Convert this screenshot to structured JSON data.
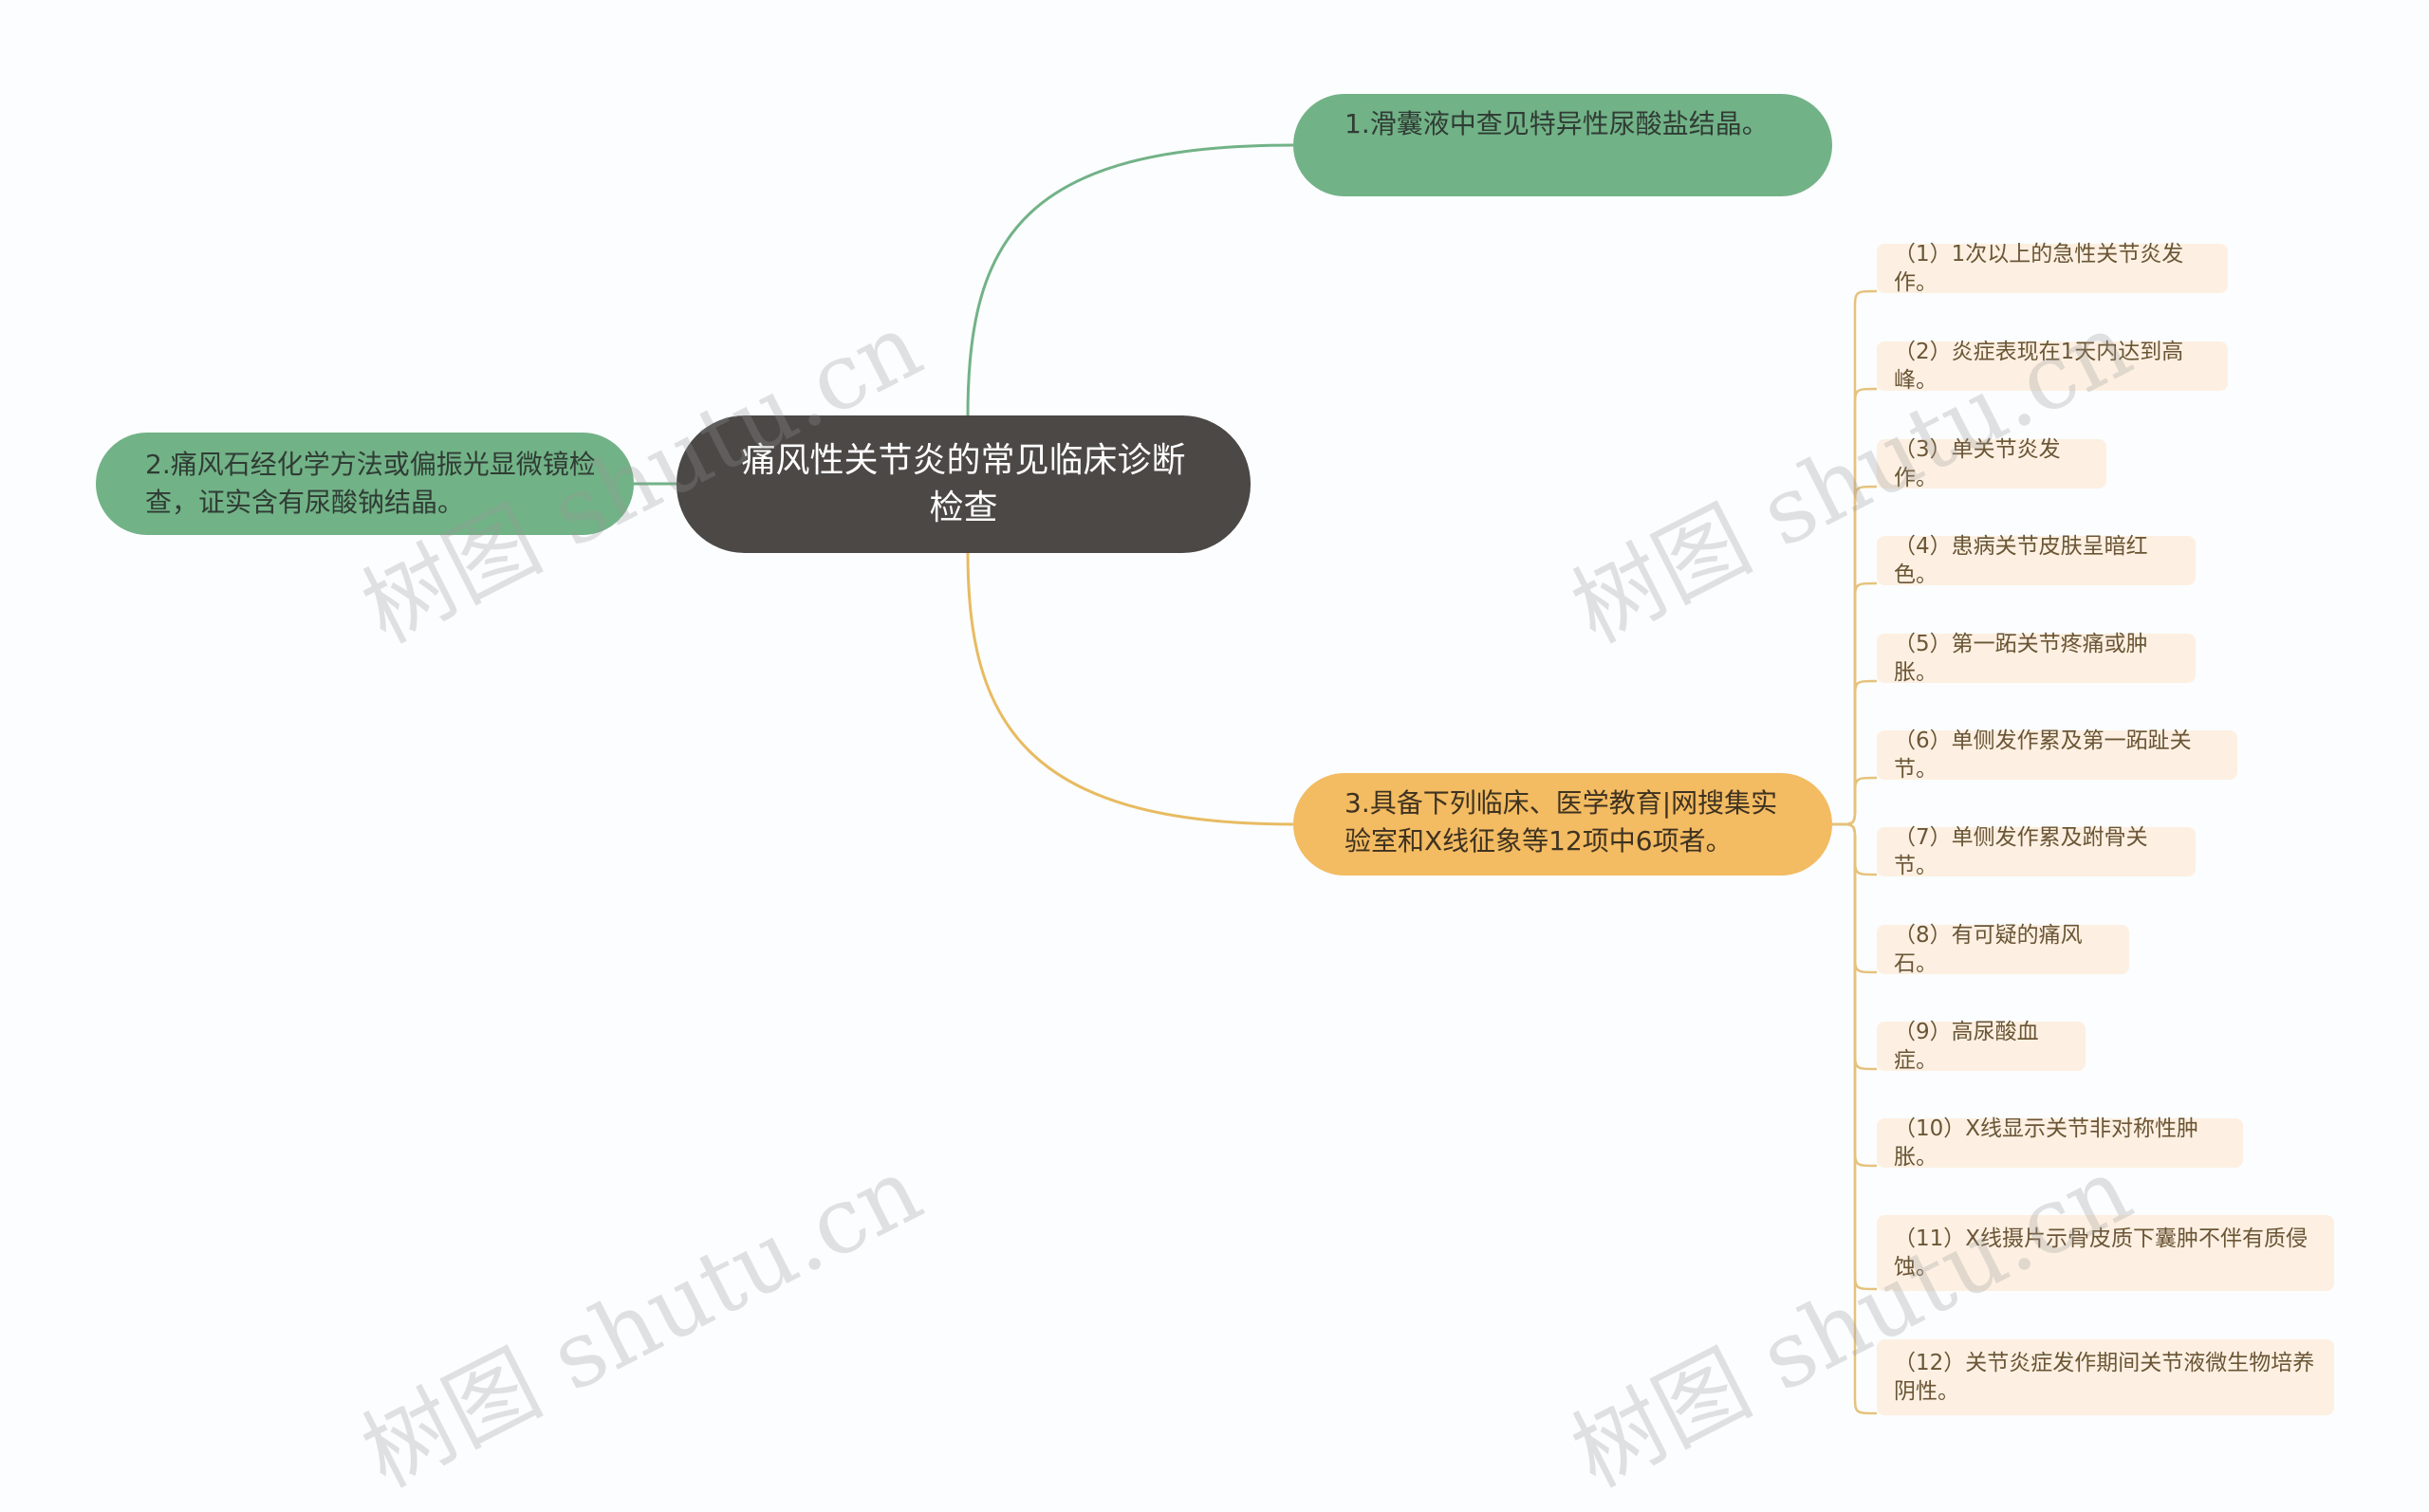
{
  "center": {
    "title": "痛风性关节炎的常见临床诊断检查"
  },
  "branches": [
    {
      "label": "1.滑囊液中查见特异性尿酸盐结晶。"
    },
    {
      "label": "2.痛风石经化学方法或偏振光显微镜检查，证实含有尿酸钠结晶。"
    },
    {
      "label": "3.具备下列临床、医学教育|网搜集实验室和X线征象等12项中6项者。"
    }
  ],
  "criteria": [
    "（1）1次以上的急性关节炎发作。",
    "（2）炎症表现在1天内达到高峰。",
    "（3）单关节炎发作。",
    "（4）患病关节皮肤呈暗红色。",
    "（5）第一跖关节疼痛或肿胀。",
    "（6）单侧发作累及第一跖趾关节。",
    "（7）单侧发作累及跗骨关节。",
    "（8）有可疑的痛风石。",
    "（9）高尿酸血症。",
    "（10）X线显示关节非对称性肿胀。",
    "（11）X线摄片示骨皮质下囊肿不伴有质侵蚀。",
    "（12）关节炎症发作期间关节液微生物培养阴性。"
  ],
  "watermark": "树图 shutu.cn",
  "colors": {
    "center": "#4b4846",
    "green": "#72b287",
    "orange": "#f3bb62",
    "leaf_bg": "#fdf0e2",
    "leaf_edge": "#e5c27c"
  }
}
